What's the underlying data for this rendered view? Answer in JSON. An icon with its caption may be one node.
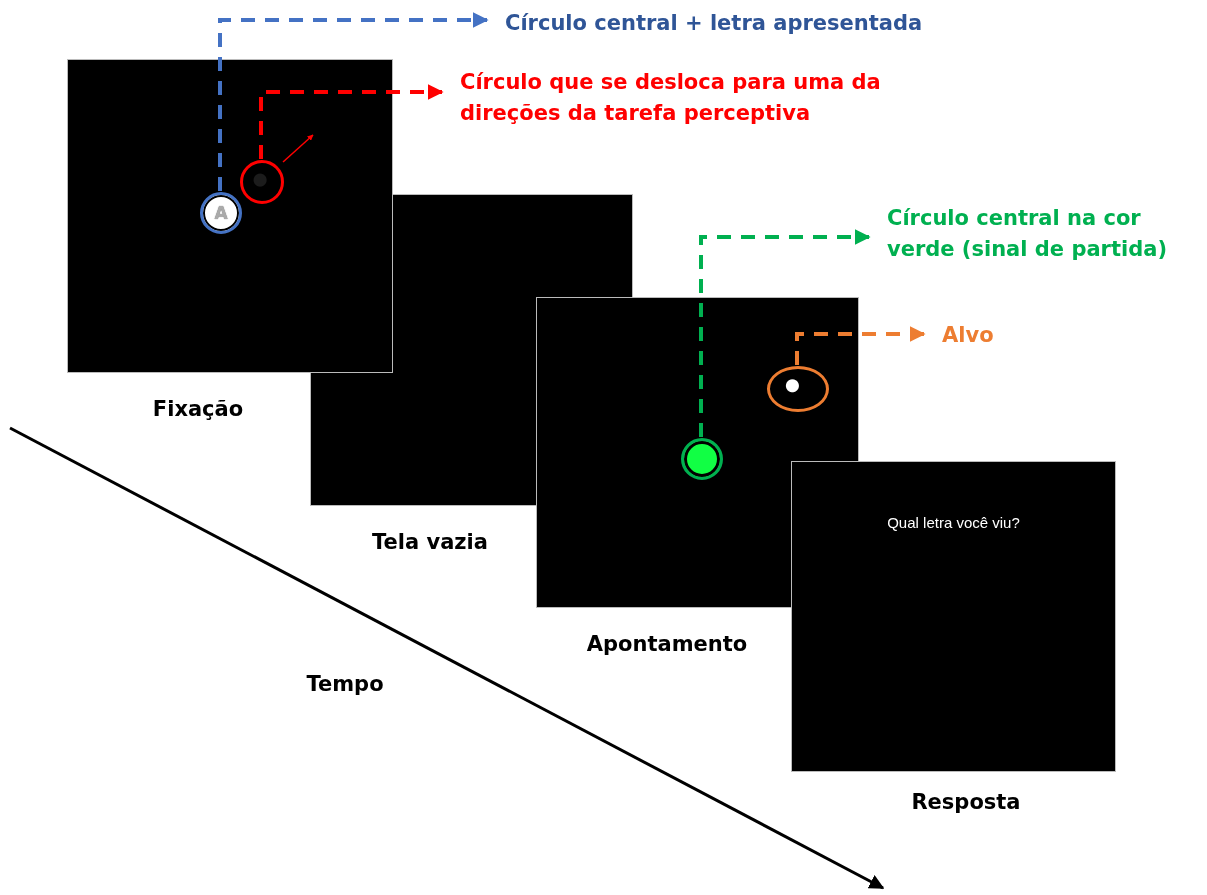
{
  "diagram": {
    "nodes": [
      {
        "text": [],
        "shape": "box",
        "beside": [
          "Fixação"
        ]
      },
      {
        "text": [],
        "shape": "box",
        "beside": [
          "Tela vazia"
        ]
      },
      {
        "text": [],
        "shape": "box",
        "beside": [
          "Apontamento"
        ]
      },
      {
        "text": [
          "Qual letra você viu?"
        ],
        "beside": [
          "Resposta"
        ]
      },
      {
        "text": [
          "A"
        ],
        "in": 0
      },
      {
        "text": [],
        "shape": "circle",
        "in": 0
      },
      {
        "text": [],
        "shape": "circle",
        "in": 2
      },
      {
        "text": [],
        "shape": "circle",
        "in": 2
      },
      {
        "text": [
          "Círculo central + letra apresentada"
        ]
      },
      {
        "text": [
          "Círculo que se desloca para uma da direções da tarefa perceptiva"
        ]
      },
      {
        "text": [
          "Círculo central na cor verde (sinal de partida)"
        ]
      },
      {
        "text": [
          "Alvo"
        ]
      }
    ],
    "edges": [
      {
        "from": 4,
        "to": 8,
        "arrow": "to",
        "style": "dashed",
        "color": "#4472c4"
      },
      {
        "from": 5,
        "to": 9,
        "arrow": "to",
        "style": "dashed",
        "color": "#ff0000"
      },
      {
        "from": 6,
        "to": 10,
        "arrow": "to",
        "style": "dashed",
        "color": "#00b050"
      },
      {
        "from": 7,
        "to": 11,
        "arrow": "to",
        "style": "dashed",
        "color": "#ed7d31"
      }
    ],
    "labels": [
      "Tempo"
    ]
  }
}
